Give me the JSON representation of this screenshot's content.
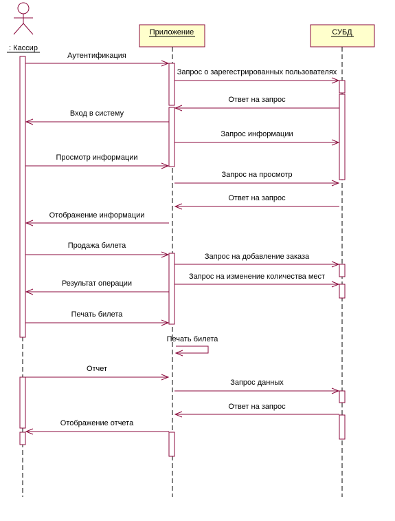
{
  "participants": {
    "actor": {
      "label": ": Кассир"
    },
    "app": {
      "label": "Приложение"
    },
    "db": {
      "label": "СУБД"
    }
  },
  "colors": {
    "line": "#8b0a3c",
    "object_fill": "#ffffcc"
  },
  "messages": [
    {
      "label": "Аутентификация",
      "from": "actor",
      "to": "app"
    },
    {
      "label": "Запрос о зарегестрированных пользователях",
      "from": "app",
      "to": "db"
    },
    {
      "label": "Ответ на запрос",
      "from": "db",
      "to": "app"
    },
    {
      "label": "Вход в систему",
      "from": "app",
      "to": "actor"
    },
    {
      "label": "Запрос информации",
      "from": "app",
      "to": "db"
    },
    {
      "label": "Просмотр информации",
      "from": "actor",
      "to": "app"
    },
    {
      "label": "Запрос на просмотр",
      "from": "app",
      "to": "db"
    },
    {
      "label": "Ответ на запрос",
      "from": "db",
      "to": "app"
    },
    {
      "label": "Отображение информации",
      "from": "app",
      "to": "actor"
    },
    {
      "label": "Продажа билета",
      "from": "actor",
      "to": "app"
    },
    {
      "label": "Запрос на добавление заказа",
      "from": "app",
      "to": "db"
    },
    {
      "label": "Запрос на изменение количества мест",
      "from": "app",
      "to": "db"
    },
    {
      "label": "Результат операции",
      "from": "app",
      "to": "actor"
    },
    {
      "label": "Печать билета",
      "from": "actor",
      "to": "app"
    },
    {
      "label": "Печать билета",
      "from": "app",
      "to": "app"
    },
    {
      "label": "Отчет",
      "from": "actor",
      "to": "app"
    },
    {
      "label": "Запрос данных",
      "from": "app",
      "to": "db"
    },
    {
      "label": "Ответ на запрос",
      "from": "db",
      "to": "app"
    },
    {
      "label": "Отображение отчета",
      "from": "app",
      "to": "actor"
    }
  ]
}
